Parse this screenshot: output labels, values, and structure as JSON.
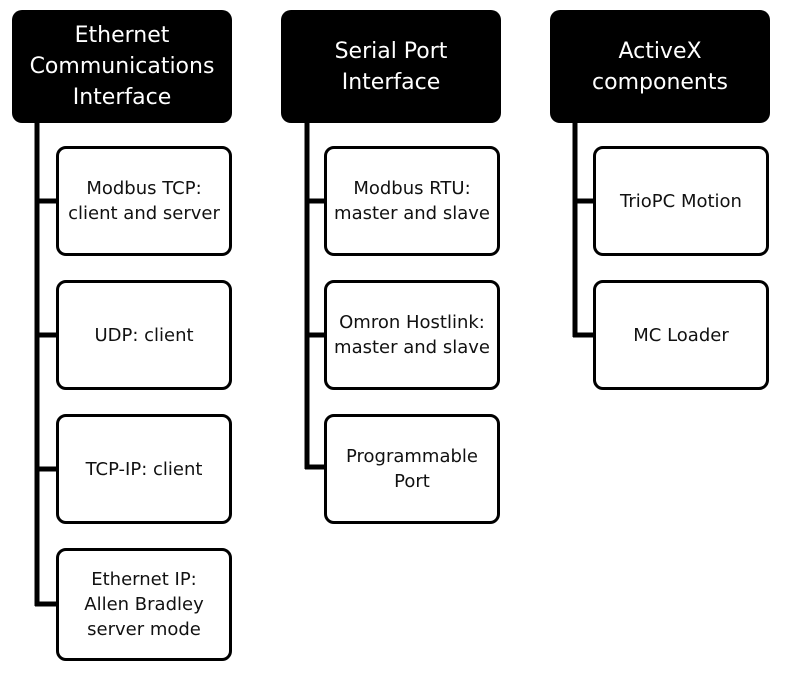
{
  "columns": [
    {
      "header": [
        "Ethernet",
        "Communications",
        "Interface"
      ],
      "items": [
        [
          "Modbus TCP:",
          "client and server"
        ],
        [
          "UDP: client"
        ],
        [
          "TCP-IP: client"
        ],
        [
          "Ethernet IP:",
          "Allen Bradley",
          "server mode"
        ]
      ]
    },
    {
      "header": [
        "Serial Port",
        "Interface"
      ],
      "items": [
        [
          "Modbus RTU:",
          "master and slave"
        ],
        [
          "Omron Hostlink:",
          "master and slave"
        ],
        [
          "Programmable",
          "Port"
        ]
      ]
    },
    {
      "header": [
        "ActiveX",
        "components"
      ],
      "items": [
        [
          "TrioPC Motion"
        ],
        [
          "MC Loader"
        ]
      ]
    }
  ],
  "colors": {
    "header_fill": "#000000",
    "header_text": "#ffffff",
    "box_border": "#000000",
    "line": "#000000"
  }
}
